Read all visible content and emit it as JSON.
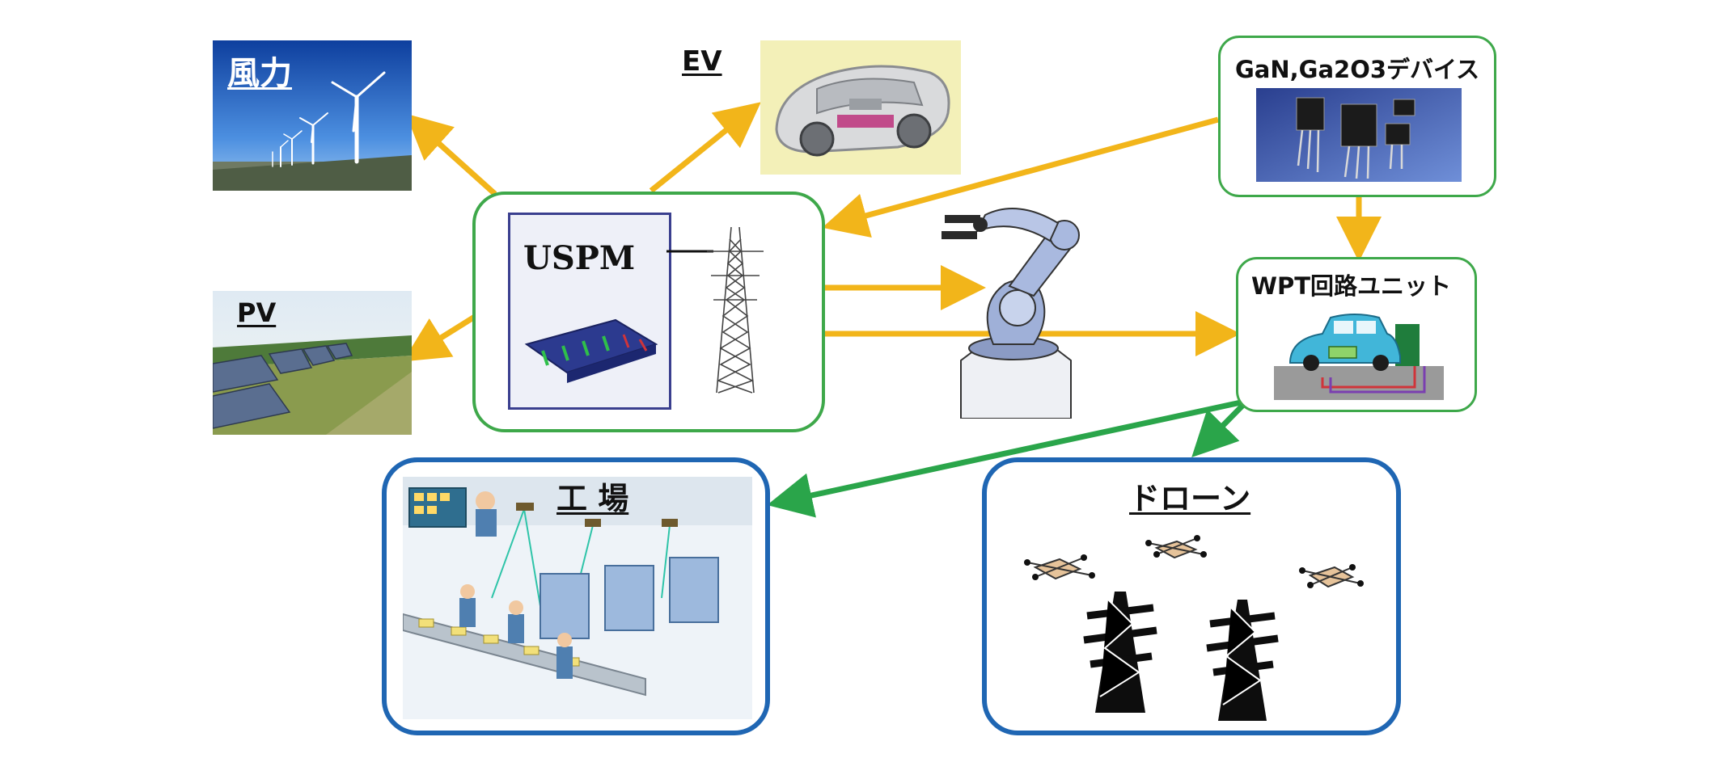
{
  "labels": {
    "wind": "風力",
    "ev": "EV",
    "pv": "PV",
    "uspm": "USPM",
    "gan_devices": "GaN,Ga2O3デバイス",
    "wpt_unit": "WPT回路ユニット",
    "factory": "工 場",
    "drone": "ドローン"
  },
  "colors": {
    "arrow_yellow": "#f2b51a",
    "arrow_green": "#2aa54a",
    "box_green": "#3ea84a",
    "box_blue": "#1f66b3"
  }
}
